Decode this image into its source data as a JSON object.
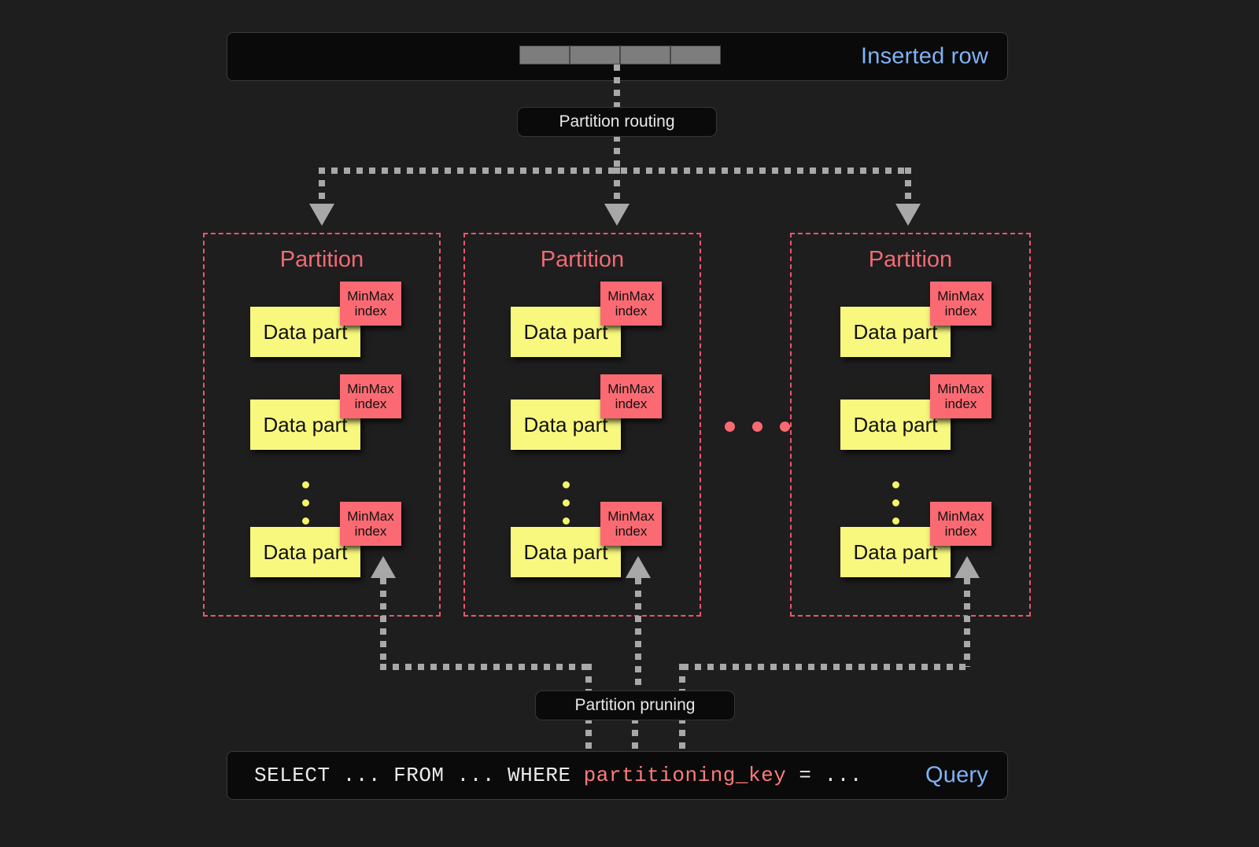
{
  "diagram": {
    "title": "ClickHouse partitioning: insert routing and partition pruning",
    "background_color": "#1e1e1e",
    "accent_red": "#f06a75",
    "accent_blue": "#7fb3f7",
    "data_part_color": "#f8f87e",
    "minmax_color": "#fb6a72",
    "connector_color": "#a8a8a8"
  },
  "top_bar": {
    "label": "Inserted row",
    "cells": [
      "",
      "",
      "",
      ""
    ]
  },
  "routing_label": "Partition routing",
  "pruning_label": "Partition pruning",
  "partitions": [
    {
      "title": "Partition",
      "parts": [
        {
          "data_part": "Data part",
          "minmax_line1": "MinMax",
          "minmax_line2": "index"
        },
        {
          "data_part": "Data part",
          "minmax_line1": "MinMax",
          "minmax_line2": "index"
        },
        {
          "data_part": "Data part",
          "minmax_line1": "MinMax",
          "minmax_line2": "index"
        }
      ],
      "ellipsis_dots": 3
    },
    {
      "title": "Partition",
      "parts": [
        {
          "data_part": "Data part",
          "minmax_line1": "MinMax",
          "minmax_line2": "index"
        },
        {
          "data_part": "Data part",
          "minmax_line1": "MinMax",
          "minmax_line2": "index"
        },
        {
          "data_part": "Data part",
          "minmax_line1": "MinMax",
          "minmax_line2": "index"
        }
      ],
      "ellipsis_dots": 3
    },
    {
      "title": "Partition",
      "parts": [
        {
          "data_part": "Data part",
          "minmax_line1": "MinMax",
          "minmax_line2": "index"
        },
        {
          "data_part": "Data part",
          "minmax_line1": "MinMax",
          "minmax_line2": "index"
        },
        {
          "data_part": "Data part",
          "minmax_line1": "MinMax",
          "minmax_line2": "index"
        }
      ],
      "ellipsis_dots": 3
    }
  ],
  "between_partitions_ellipsis": "• • •",
  "query_bar": {
    "label": "Query",
    "code_prefix": "SELECT ... FROM ... WHERE ",
    "code_keyword": "partitioning_key",
    "code_suffix": " = ..."
  }
}
